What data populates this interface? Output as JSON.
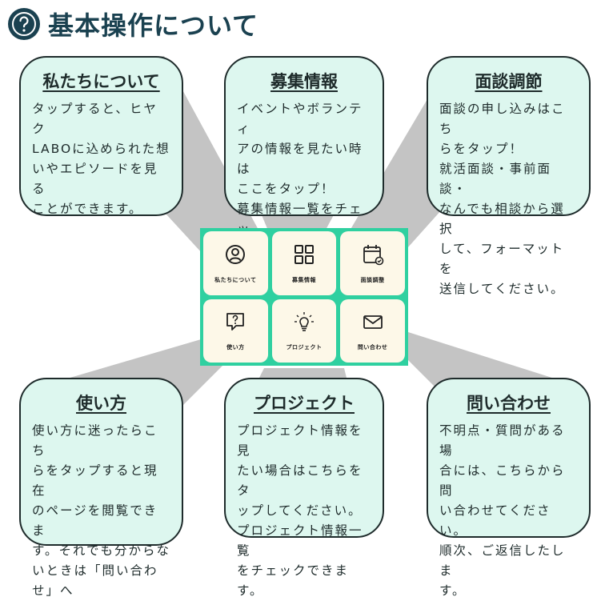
{
  "header": {
    "title": "基本操作について",
    "icon": "question-circle-icon"
  },
  "colors": {
    "accent_dark": "#1a4150",
    "card_bg": "#ddf7ef",
    "grid_bg": "#2fd0a0",
    "tile_bg": "#fdf8e8",
    "beam": "#c4c4c4"
  },
  "cards": [
    {
      "id": "about",
      "title": "私たちについて",
      "body": "タップすると、ヒヤク\nLABOに込められた想\nいやエピソードを見る\nことができます。"
    },
    {
      "id": "recruit",
      "title": "募集情報",
      "body": "イベントやボランティ\nアの情報を見たい時は\nここをタップ！\n募集情報一覧をチェッ\nクできます。"
    },
    {
      "id": "interview",
      "title": "面談調節",
      "body": "面談の申し込みはこち\nらをタップ！\n就活面談・事前面談・\nなんでも相談から選択\nして、フォーマットを\n送信してください。"
    },
    {
      "id": "howto",
      "title": "使い方",
      "body": "使い方に迷ったらこち\nらをタップすると現在\nのページを閲覧できま\nす。それでも分からな\nいときは「問い合わ\nせ」へ"
    },
    {
      "id": "project",
      "title": "プロジェクト",
      "body": "プロジェクト情報を見\nたい場合はこちらをタ\nップしてください。\nプロジェクト情報一覧\nをチェックできます。"
    },
    {
      "id": "contact",
      "title": "問い合わせ",
      "body": "不明点・質問がある場\n合には、こちらから問\nい合わせてください。\n順次、ご返信したしま\nす。"
    }
  ],
  "tiles": [
    {
      "label": "私たちについて",
      "icon": "user-circle-icon"
    },
    {
      "label": "募集情報",
      "icon": "grid-icon"
    },
    {
      "label": "面談調整",
      "icon": "calendar-icon"
    },
    {
      "label": "使い方",
      "icon": "question-bubble-icon"
    },
    {
      "label": "プロジェクト",
      "icon": "lightbulb-icon"
    },
    {
      "label": "問い合わせ",
      "icon": "mail-icon"
    }
  ]
}
